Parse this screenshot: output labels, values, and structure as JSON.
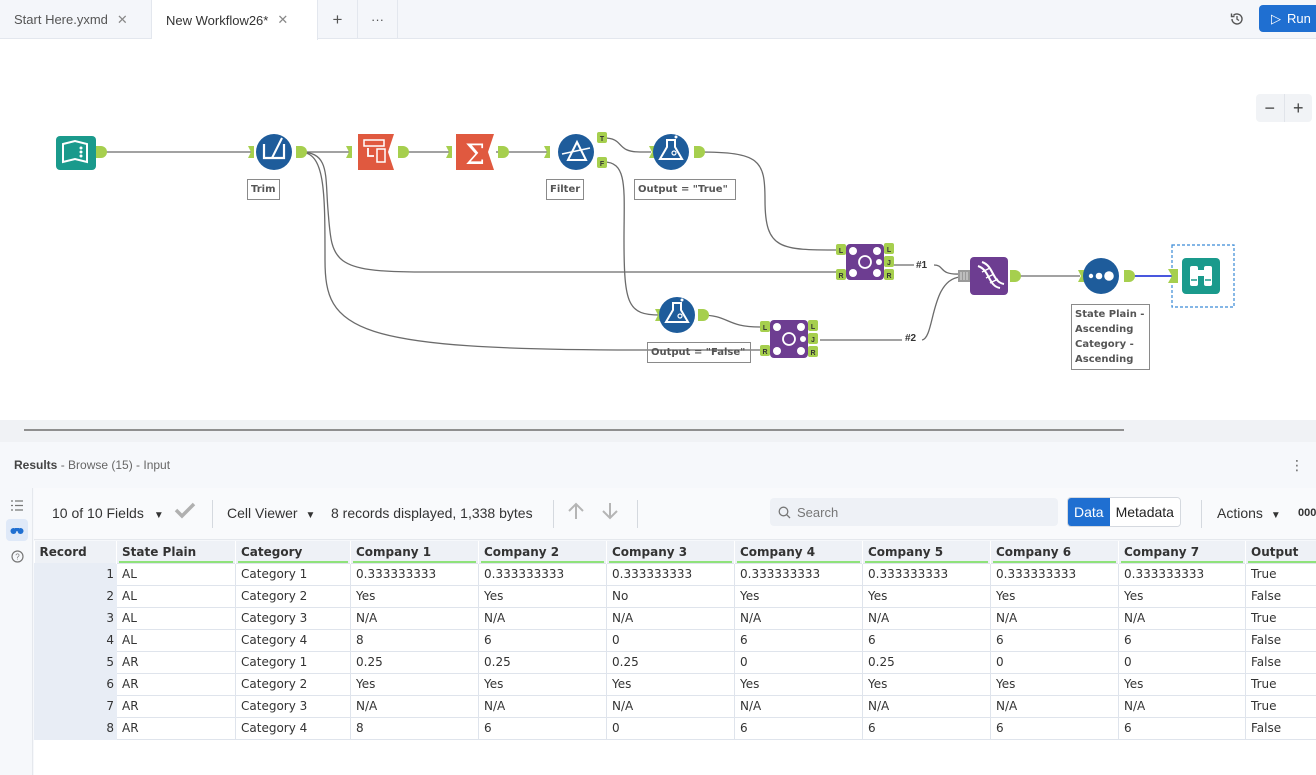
{
  "tabs": [
    {
      "label": "Start Here.yxmd",
      "close": "✕"
    },
    {
      "label": "New Workflow26*",
      "close": "✕"
    }
  ],
  "tab_actions": {
    "add": "+",
    "more": "···"
  },
  "run_button": {
    "icon": "▷",
    "label": "Run"
  },
  "zoom_controls": {
    "minus": "−",
    "plus": "+"
  },
  "workflow": {
    "tools": [
      {
        "id": "input",
        "type": "input-data",
        "color": "#1a9a8c"
      },
      {
        "id": "trim",
        "type": "formula",
        "color": "#1e5c9b",
        "annotation": "Trim"
      },
      {
        "id": "transpose",
        "type": "transpose",
        "color": "#e0593f"
      },
      {
        "id": "summarize",
        "type": "summarize",
        "color": "#e0593f"
      },
      {
        "id": "filter",
        "type": "filter",
        "color": "#1e5c9b",
        "annotation": "Filter"
      },
      {
        "id": "formula-true",
        "type": "formula",
        "color": "#1e5c9b",
        "annotation": "Output = \"True\""
      },
      {
        "id": "formula-false",
        "type": "formula",
        "color": "#1e5c9b",
        "annotation": "Output = \"False\""
      },
      {
        "id": "join-1",
        "type": "join",
        "color": "#6d3d91"
      },
      {
        "id": "join-2",
        "type": "join",
        "color": "#6d3d91"
      },
      {
        "id": "union",
        "type": "union",
        "color": "#6d3d91"
      },
      {
        "id": "sort",
        "type": "sort",
        "color": "#1e5c9b",
        "annotation": "State Plain - Ascending Category - Ascending"
      },
      {
        "id": "browse",
        "type": "browse",
        "color": "#1a9a8c"
      }
    ],
    "connection_labels": [
      "#1",
      "#2"
    ],
    "anchor_labels": {
      "true": "T",
      "false": "F",
      "left": "L",
      "right": "R",
      "join": "J"
    }
  },
  "results": {
    "title": "Results",
    "subtitle": " - Browse (15) - Input",
    "menu": "⋮",
    "toolbar": {
      "fields": "10 of 10 Fields",
      "cell_viewer": "Cell Viewer",
      "records_info": "8 records displayed, 1,338 bytes",
      "search_placeholder": "Search",
      "data_tab": "Data",
      "metadata_tab": "Metadata",
      "actions": "Actions",
      "trailing": "000"
    },
    "columns": [
      "Record",
      "State Plain",
      "Category",
      "Company 1",
      "Company 2",
      "Company 3",
      "Company 4",
      "Company 5",
      "Company 6",
      "Company 7",
      "Output"
    ],
    "rows": [
      [
        "1",
        "AL",
        "Category 1",
        "0.333333333",
        "0.333333333",
        "0.333333333",
        "0.333333333",
        "0.333333333",
        "0.333333333",
        "0.333333333",
        "True"
      ],
      [
        "2",
        "AL",
        "Category 2",
        "Yes",
        "Yes",
        "No",
        "Yes",
        "Yes",
        "Yes",
        "Yes",
        "False"
      ],
      [
        "3",
        "AL",
        "Category 3",
        "N/A",
        "N/A",
        "N/A",
        "N/A",
        "N/A",
        "N/A",
        "N/A",
        "True"
      ],
      [
        "4",
        "AL",
        "Category 4",
        "8",
        "6",
        "0",
        "6",
        "6",
        "6",
        "6",
        "False"
      ],
      [
        "5",
        "AR",
        "Category 1",
        "0.25",
        "0.25",
        "0.25",
        "0",
        "0.25",
        "0",
        "0",
        "False"
      ],
      [
        "6",
        "AR",
        "Category 2",
        "Yes",
        "Yes",
        "Yes",
        "Yes",
        "Yes",
        "Yes",
        "Yes",
        "True"
      ],
      [
        "7",
        "AR",
        "Category 3",
        "N/A",
        "N/A",
        "N/A",
        "N/A",
        "N/A",
        "N/A",
        "N/A",
        "True"
      ],
      [
        "8",
        "AR",
        "Category 4",
        "8",
        "6",
        "0",
        "6",
        "6",
        "6",
        "6",
        "False"
      ]
    ]
  }
}
